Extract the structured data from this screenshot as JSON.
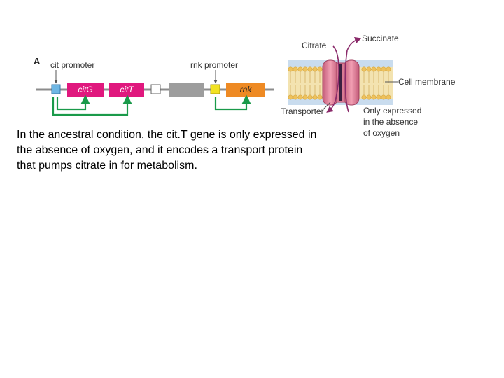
{
  "figure": {
    "panel_label": "A",
    "labels": {
      "cit_promoter": "cit promoter",
      "rnk_promoter": "rnk promoter",
      "citrate": "Citrate",
      "succinate": "Succinate",
      "cell_membrane": "Cell membrane",
      "transporter": "Transporter",
      "only_expressed": [
        "Only expressed",
        "in the absence",
        "of oxygen"
      ]
    },
    "genes": {
      "citG": "citG",
      "citT": "citT",
      "rnk": "rnk"
    },
    "colors": {
      "magenta_gene": "#e0187e",
      "orange_gene": "#ee8a24",
      "gray_gene": "#9d9d9d",
      "cit_promoter_box": "#6fb7e4",
      "rnk_promoter_box": "#f2e222",
      "green_arrow": "#1a9a4a",
      "membrane_blue": "#bcd4ec",
      "lipid_head": "#f0c96a",
      "transporter_pink": "#d9708a",
      "dna_line": "#8c8c8c"
    }
  },
  "caption": {
    "lines": [
      "In the ancestral condition, the cit.T gene is only expressed in",
      "the absence of oxygen, and it encodes a transport protein",
      "that pumps citrate in for metabolism."
    ]
  }
}
